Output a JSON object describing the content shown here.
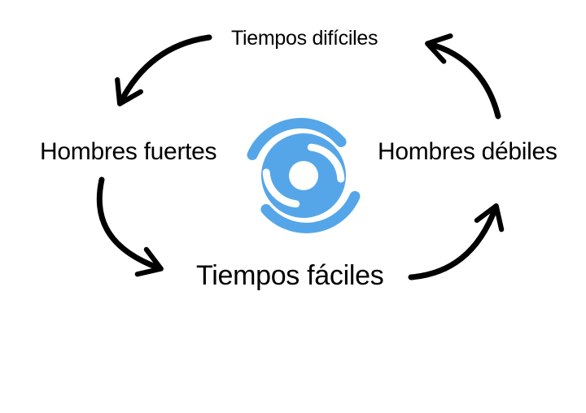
{
  "diagram": {
    "nodes": {
      "top": {
        "label": "Tiempos difíciles"
      },
      "left": {
        "label": "Hombres fuertes"
      },
      "right": {
        "label": "Hombres débiles"
      },
      "bottom": {
        "label": "Tiempos fáciles"
      }
    },
    "edges": [
      {
        "from": "Tiempos difíciles",
        "to": "Hombres fuertes"
      },
      {
        "from": "Hombres fuertes",
        "to": "Tiempos fáciles"
      },
      {
        "from": "Tiempos fáciles",
        "to": "Hombres débiles"
      },
      {
        "from": "Hombres débiles",
        "to": "Tiempos difíciles"
      }
    ],
    "center_icon": {
      "name": "hurricane-icon",
      "color": "#55a6e8"
    },
    "colors": {
      "arrow": "#000000",
      "text": "#000000",
      "background": "#ffffff"
    }
  }
}
